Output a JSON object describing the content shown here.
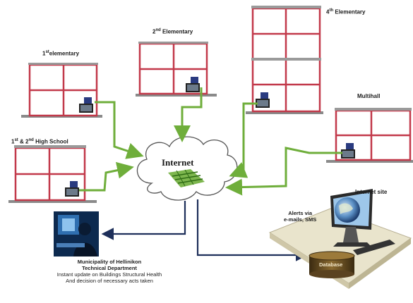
{
  "labels": {
    "elem1_ord": "1",
    "elem1_sup": "st",
    "elem1_rest": "elementary",
    "elem2_ord": "2",
    "elem2_sup": "nd",
    "elem2_rest": "Elementary",
    "elem4_ord": "4",
    "elem4_sup": "th",
    "elem4_rest": "Elementary",
    "multihall": "Multihall",
    "high_a": "1",
    "high_a_sup": "st",
    "high_mid": "& 2",
    "high_b_sup": "nd",
    "high_rest": "High School",
    "internet": "Internet",
    "internet_site": "Internet site",
    "alerts_line1": "Alerts via",
    "alerts_line2": "e-mails, SMS",
    "database": "Database"
  },
  "municipality": {
    "line1": "Municipality of Hellinikon",
    "line2": "Technical Department",
    "line3": "Instant update on Buildings Structural Health",
    "line4": "And decision of necessary acts taken"
  },
  "colors": {
    "frame": "#c2394a",
    "floor": "#8a8a8a",
    "green_arrow": "#6fae3b",
    "navy_arrow": "#1e2f5a",
    "cloud": "#ffffff"
  }
}
